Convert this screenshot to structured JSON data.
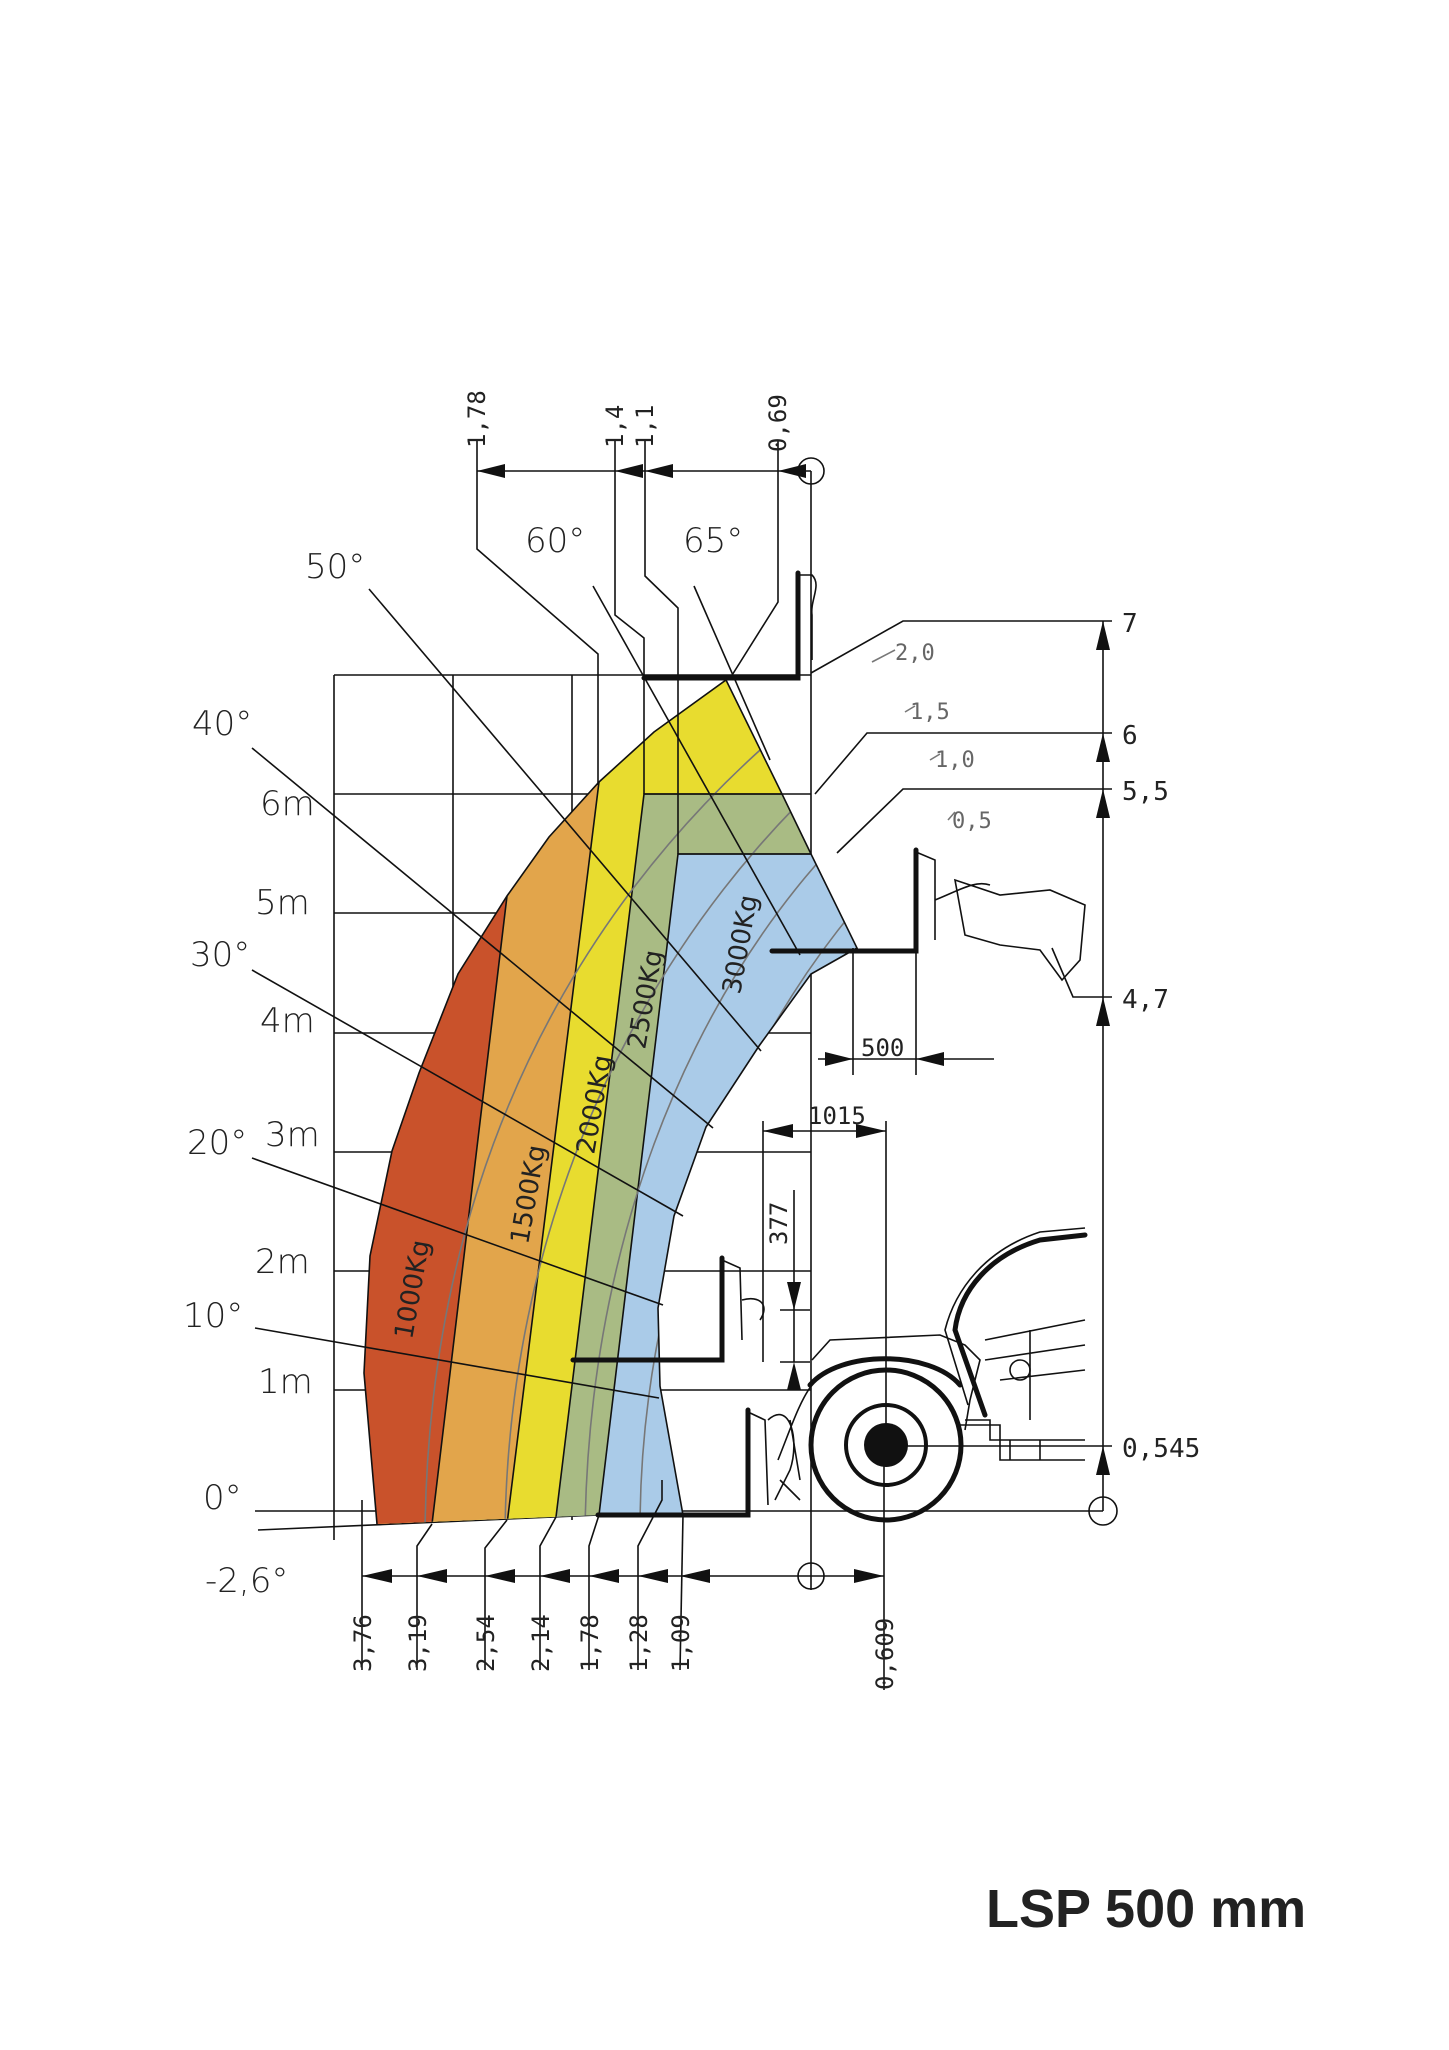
{
  "title": "LSP 500 mm",
  "angles": {
    "a65": "65°",
    "a60": "60°",
    "a50": "50°",
    "a40": "40°",
    "a30": "30°",
    "a20": "20°",
    "a10": "10°",
    "a0": "0°",
    "aneg": "-2,6°"
  },
  "meters": {
    "m6": "6m",
    "m5": "5m",
    "m4": "4m",
    "m3": "3m",
    "m2": "2m",
    "m1": "1m"
  },
  "heights": {
    "h7": "7",
    "h6": "6",
    "h55": "5,5",
    "h47": "4,7",
    "h0545": "0,545"
  },
  "load_centers": {
    "lc20": "2,0",
    "lc15": "1,5",
    "lc10": "1,0",
    "lc05": "0,5"
  },
  "zones": {
    "z1000": "1000Kg",
    "z1500": "1500Kg",
    "z2000": "2000Kg",
    "z2500": "2500Kg",
    "z3000": "3000Kg"
  },
  "reach_top": {
    "r178": "1,78",
    "r14": "1,4",
    "r11": "1,1",
    "r069": "0,69"
  },
  "reach_bottom": {
    "b376": "3,76",
    "b319": "3,19",
    "b254": "2,54",
    "b214": "2,14",
    "b178": "1,78",
    "b128": "1,28",
    "b109": "1,09",
    "b0609": "0,609"
  },
  "dimensions": {
    "d500": "500",
    "d1015": "1015",
    "d377": "377"
  },
  "colors": {
    "red": "#c9522b",
    "orange": "#e2a54b",
    "yellow": "#e8dc2f",
    "green": "#a9bb84",
    "blue": "#aacbe8"
  }
}
